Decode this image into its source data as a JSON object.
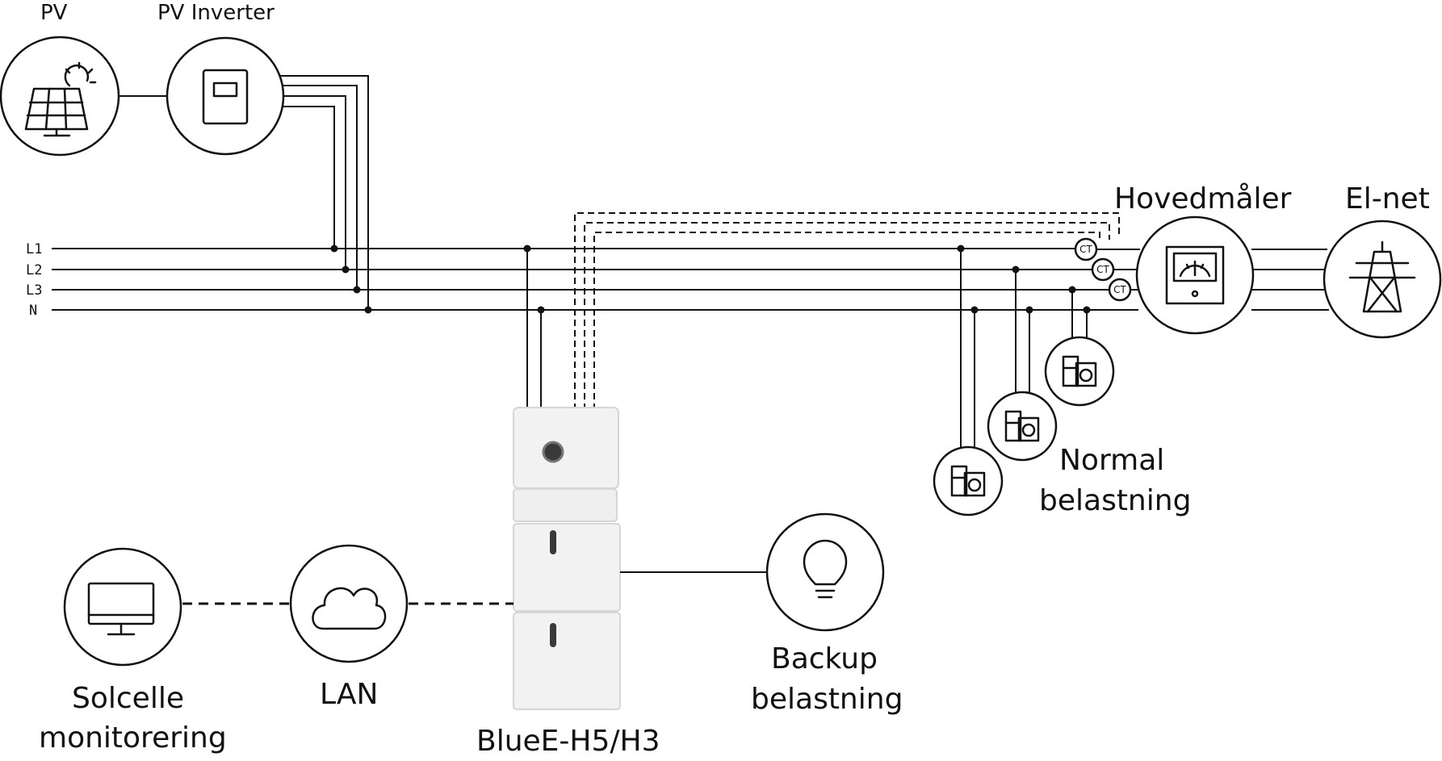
{
  "labels": {
    "pv": "PV",
    "pv_inverter": "PV Inverter",
    "main_meter": "Hovedmåler",
    "grid": "El-net",
    "normal_load_1": "Normal",
    "normal_load_2": "belastning",
    "backup_load_1": "Backup",
    "backup_load_2": "belastning",
    "device": "BlueE-H5/H3",
    "lan": "LAN",
    "monitor_1": "Solcelle",
    "monitor_2": "monitorering"
  },
  "bus_lines": [
    "L1",
    "L2",
    "L3",
    "N"
  ],
  "ct_sensors": [
    "CT",
    "CT",
    "CT"
  ],
  "icons": {
    "pv": "solar-panel-icon",
    "inverter": "inverter-icon",
    "meter": "energy-meter-icon",
    "grid": "power-pylon-icon",
    "appliance": "appliance-icon",
    "backup": "light-bulb-icon",
    "cloud": "cloud-icon",
    "monitor": "computer-monitor-icon"
  },
  "colors": {
    "line": "#111111",
    "battery_body": "#f1f1f1"
  }
}
